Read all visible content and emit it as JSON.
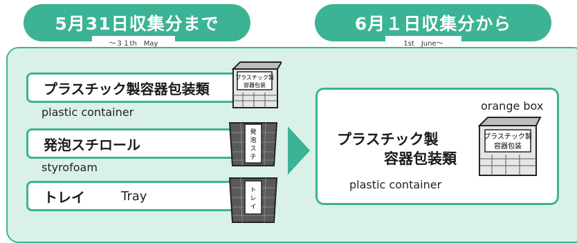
{
  "header": {
    "left_title": "5月31日収集分まで",
    "left_note": "～３１th　May",
    "right_title": "6月１日収集分から",
    "right_note": "1st　June～"
  },
  "before": {
    "items": [
      {
        "label_ja": "プラスチック製容器包装類",
        "label_en": "plastic container",
        "crate_label": "プラスチック製容器包装"
      },
      {
        "label_ja": "発泡スチロール",
        "label_en": "styrofoam",
        "crate_label": "発泡スチロール"
      },
      {
        "label_ja": "トレイ",
        "label_en": "Tray",
        "crate_label": "トレイ"
      }
    ]
  },
  "after": {
    "box_caption": "orange box",
    "title_line1": "プラスチック製",
    "title_line2": "容器包装類",
    "label_en": "plastic container",
    "box_label": "プラスチック製容器包装"
  },
  "colors": {
    "accent": "#3bb394",
    "panel": "#d9f1e6"
  },
  "icons": [
    "arrow-right-icon",
    "collection-box-icon",
    "crate-icon"
  ]
}
